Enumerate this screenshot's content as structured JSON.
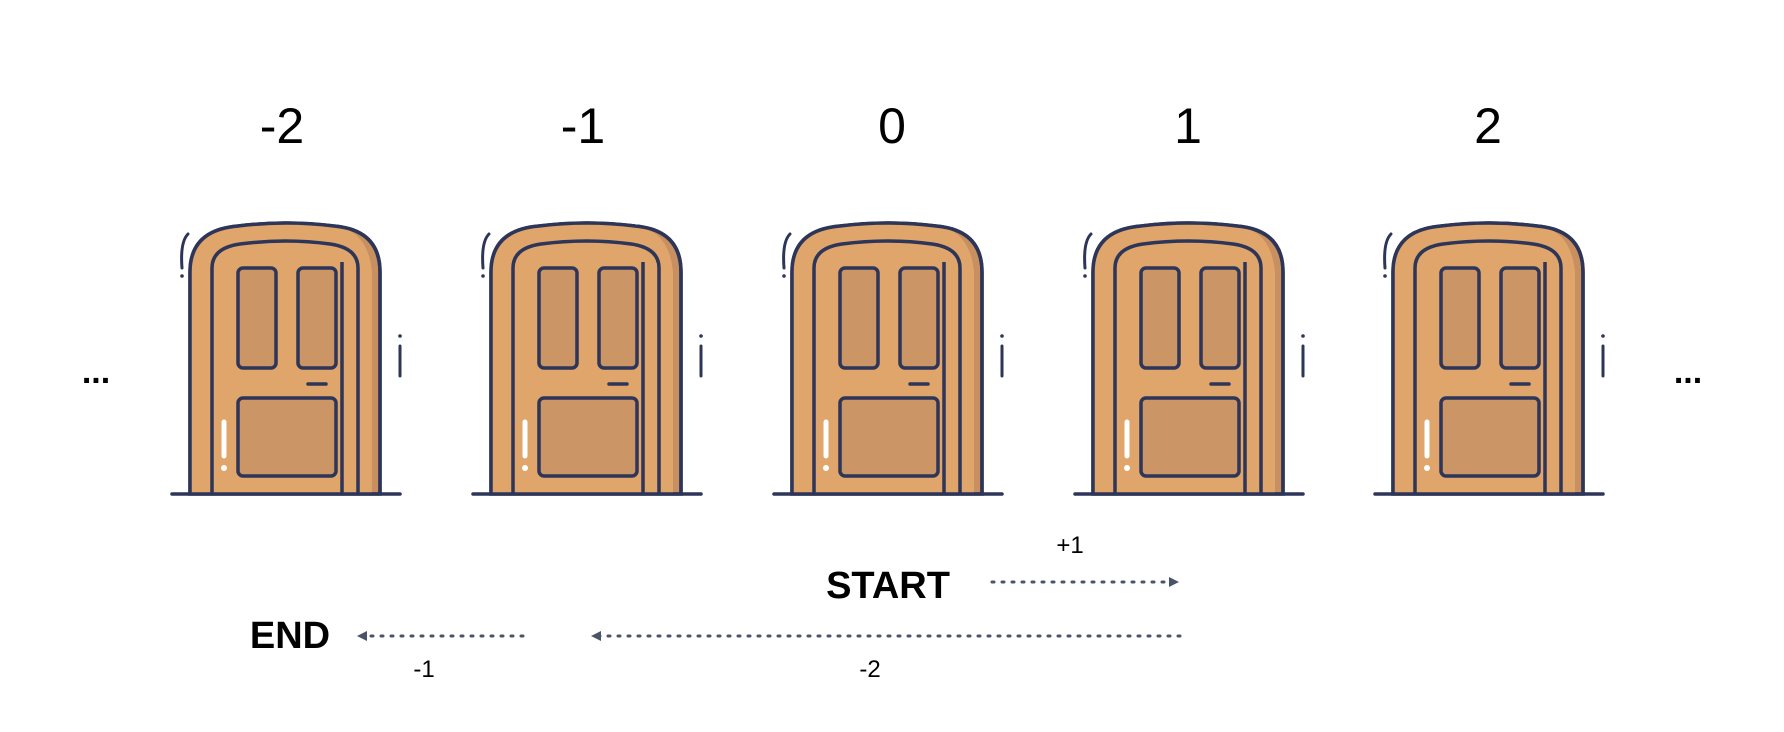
{
  "doors": [
    {
      "label": "-2"
    },
    {
      "label": "-1"
    },
    {
      "label": "0"
    },
    {
      "label": "1"
    },
    {
      "label": "2"
    }
  ],
  "ellipsis_left": "...",
  "ellipsis_right": "...",
  "start_label": "START",
  "end_label": "END",
  "steps": [
    {
      "label": "+1",
      "from": 0,
      "to": 1
    },
    {
      "label": "-2",
      "from": 1,
      "to": -1
    },
    {
      "label": "-1",
      "from": -1,
      "to": -2
    }
  ],
  "colors": {
    "door_fill": "#DFA56B",
    "door_panel": "#CB9565",
    "door_shadow": "#C89060",
    "outline": "#2D3558",
    "highlight": "#FFFFFF",
    "arrow": "#4A5468"
  },
  "icons": {
    "door": "door-icon",
    "arrow": "dotted-arrow-icon"
  }
}
